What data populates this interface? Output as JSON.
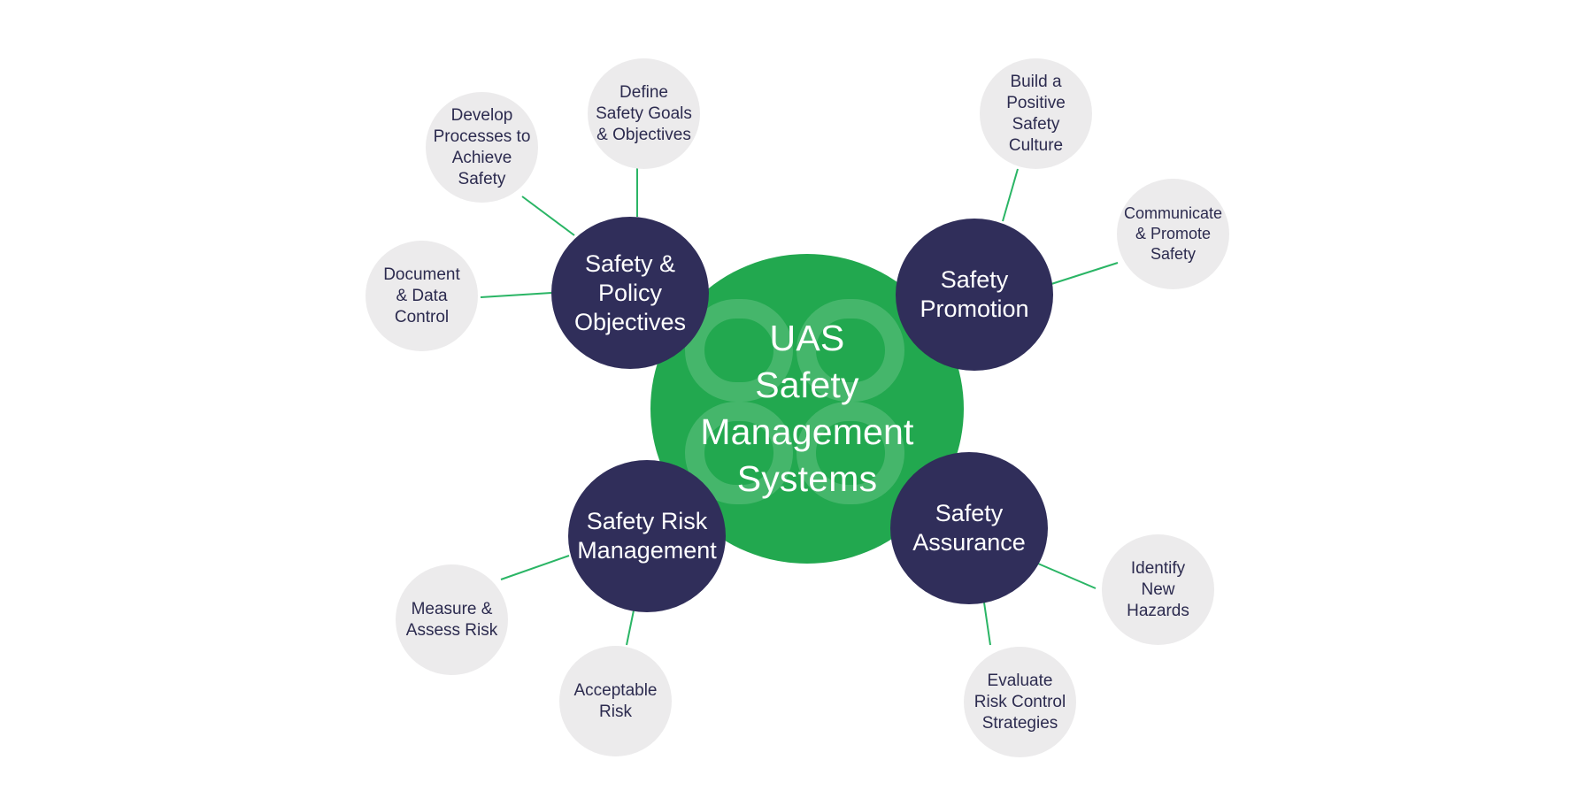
{
  "colors": {
    "hub": "#22a84f",
    "pillar": "#302e5a",
    "leaf": "#ecebec",
    "connector": "#2ab565",
    "leaf_text": "#2c2b4f"
  },
  "hub": {
    "title": "UAS\nSafety\nManagement\nSystems"
  },
  "pillars": {
    "policy": {
      "label": "Safety &\nPolicy\nObjectives",
      "items": {
        "processes": "Develop\nProcesses to\nAchieve\nSafety",
        "goals": "Define\nSafety Goals\n& Objectives",
        "document": "Document\n& Data\nControl"
      }
    },
    "promotion": {
      "label": "Safety\nPromotion",
      "items": {
        "culture": "Build a\nPositive\nSafety\nCulture",
        "communicate": "Communicate\n& Promote\nSafety"
      }
    },
    "risk": {
      "label": "Safety Risk\nManagement",
      "items": {
        "measure": "Measure &\nAssess Risk",
        "acceptable": "Acceptable\nRisk"
      }
    },
    "assurance": {
      "label": "Safety\nAssurance",
      "items": {
        "hazards": "Identify\nNew\nHazards",
        "evaluate": "Evaluate\nRisk Control\nStrategies"
      }
    }
  }
}
